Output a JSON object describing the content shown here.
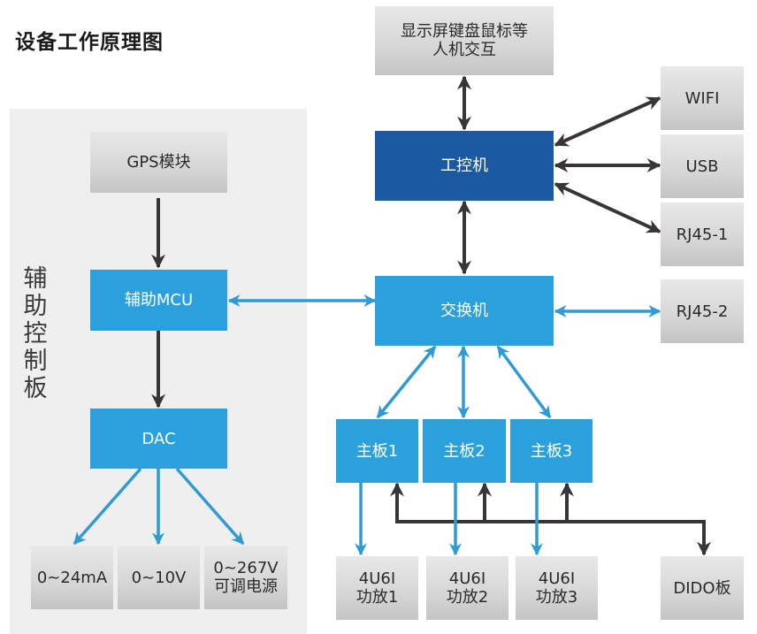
{
  "title": "设备工作原理图",
  "colors": {
    "dark_blue": "#1b5aa2",
    "light_blue": "#2aa1dc",
    "arrow_dark": "#3a3535",
    "arrow_blue": "#2f9ad3",
    "panel_bg": "#efefef"
  },
  "aux_panel": {
    "label": "辅助控制板"
  },
  "nodes": {
    "hmi": {
      "line1": "显示屏键盘鼠标等",
      "line2": "人机交互"
    },
    "ipc": {
      "label": "工控机"
    },
    "wifi": {
      "label": "WIFI"
    },
    "usb": {
      "label": "USB"
    },
    "rj45_1": {
      "label": "RJ45-1"
    },
    "rj45_2": {
      "label": "RJ45-2"
    },
    "switch": {
      "label": "交换机"
    },
    "gps": {
      "label": "GPS模块"
    },
    "mcu": {
      "label": "辅助MCU"
    },
    "dac": {
      "label": "DAC"
    },
    "out_current": {
      "label": "0~24mA"
    },
    "out_voltage": {
      "label": "0~10V"
    },
    "out_power": {
      "line1": "0~267V",
      "line2": "可调电源"
    },
    "board1": {
      "label": "主板1"
    },
    "board2": {
      "label": "主板2"
    },
    "board3": {
      "label": "主板3"
    },
    "amp1": {
      "line1": "4U6I",
      "line2": "功放1"
    },
    "amp2": {
      "line1": "4U6I",
      "line2": "功放2"
    },
    "amp3": {
      "line1": "4U6I",
      "line2": "功放3"
    },
    "dido": {
      "label": "DIDO板"
    }
  },
  "edges": [
    {
      "from": "hmi",
      "to": "ipc",
      "type": "bidirectional",
      "color": "dark"
    },
    {
      "from": "ipc",
      "to": "wifi",
      "type": "bidirectional",
      "color": "dark"
    },
    {
      "from": "ipc",
      "to": "usb",
      "type": "bidirectional",
      "color": "dark"
    },
    {
      "from": "ipc",
      "to": "rj45_1",
      "type": "bidirectional",
      "color": "dark"
    },
    {
      "from": "ipc",
      "to": "switch",
      "type": "bidirectional",
      "color": "dark"
    },
    {
      "from": "switch",
      "to": "rj45_2",
      "type": "bidirectional",
      "color": "blue"
    },
    {
      "from": "mcu",
      "to": "switch",
      "type": "bidirectional",
      "color": "blue"
    },
    {
      "from": "gps",
      "to": "mcu",
      "type": "directed",
      "color": "dark"
    },
    {
      "from": "mcu",
      "to": "dac",
      "type": "directed",
      "color": "dark"
    },
    {
      "from": "dac",
      "to": "out_current",
      "type": "directed",
      "color": "blue"
    },
    {
      "from": "dac",
      "to": "out_voltage",
      "type": "directed",
      "color": "blue"
    },
    {
      "from": "dac",
      "to": "out_power",
      "type": "directed",
      "color": "blue"
    },
    {
      "from": "switch",
      "to": "board1",
      "type": "bidirectional",
      "color": "blue"
    },
    {
      "from": "switch",
      "to": "board2",
      "type": "bidirectional",
      "color": "blue"
    },
    {
      "from": "switch",
      "to": "board3",
      "type": "bidirectional",
      "color": "blue"
    },
    {
      "from": "board1",
      "to": "amp1",
      "type": "directed",
      "color": "blue"
    },
    {
      "from": "board2",
      "to": "amp2",
      "type": "directed",
      "color": "blue"
    },
    {
      "from": "board3",
      "to": "amp3",
      "type": "directed",
      "color": "blue"
    },
    {
      "from": "dido",
      "to": "board1",
      "type": "bus",
      "color": "dark"
    },
    {
      "from": "dido",
      "to": "board2",
      "type": "bus",
      "color": "dark"
    },
    {
      "from": "dido",
      "to": "board3",
      "type": "bus",
      "color": "dark"
    }
  ]
}
